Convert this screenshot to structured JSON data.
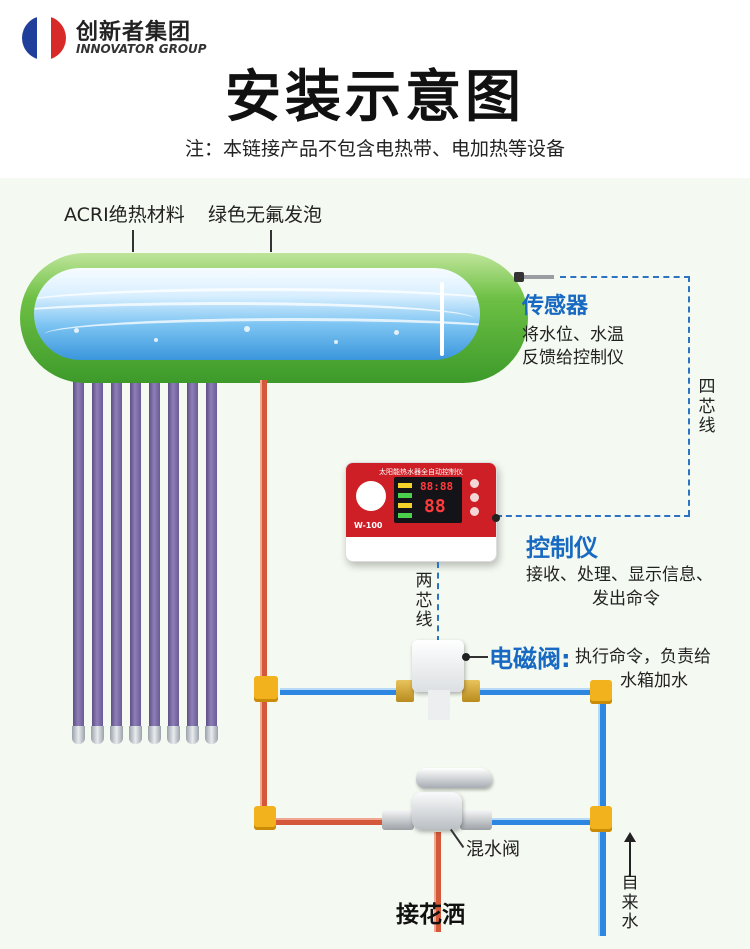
{
  "header": {
    "brand_name": "创新者集团",
    "brand_name_en": "INNOVATOR GROUP",
    "title": "安装示意图",
    "note": "注：本链接产品不包含电热带、电加热等设备"
  },
  "labels": {
    "insulation": "ACRI绝热材料",
    "foam": "绿色无氟发泡",
    "sensor_title": "传感器",
    "sensor_desc_1": "将水位、水温",
    "sensor_desc_2": "反馈给控制仪",
    "four_core_wire": "四芯线",
    "controller_title": "控制仪",
    "controller_desc_1": "接收、处理、显示信息、",
    "controller_desc_2": "发出命令",
    "two_core_wire": "两芯线",
    "valve_title": "电磁阀:",
    "valve_desc_1": "执行命令，负责给",
    "valve_desc_2": "水箱加水",
    "mixer": "混水阀",
    "shower": "接花洒",
    "tap_water": "自来水"
  },
  "controller_device": {
    "model": "W-100",
    "display_time": "88:88",
    "display_temp": "88"
  },
  "colors": {
    "title_blue": "#1769c2",
    "cold_pipe": "#2d86e0",
    "hot_pipe": "#d4583a",
    "tank_green": "#6dc044",
    "controller_red": "#cf1f26",
    "fitting_yellow": "#f2b21d"
  }
}
